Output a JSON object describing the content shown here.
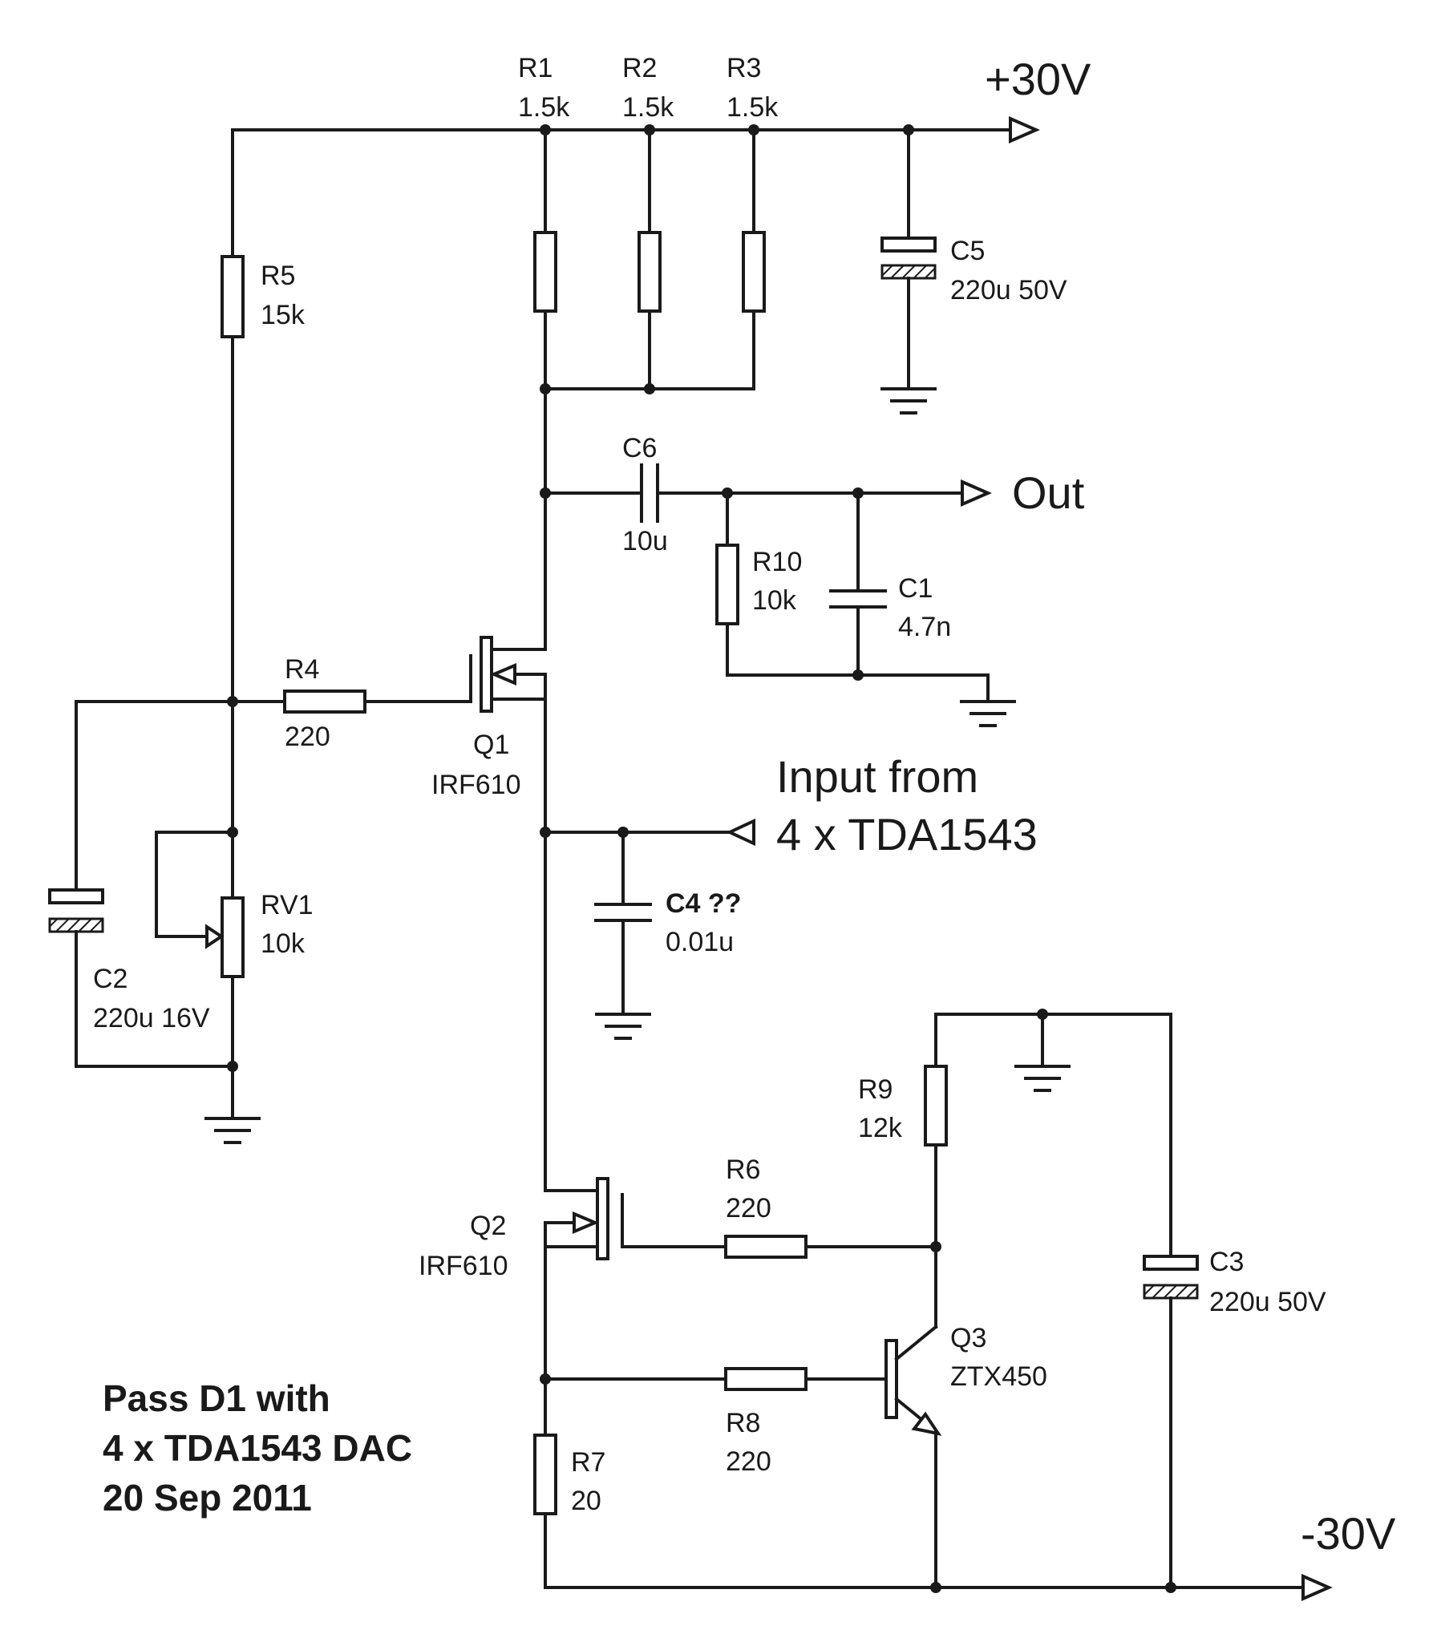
{
  "rails": {
    "positive": "+30V",
    "negative": "-30V"
  },
  "ports": {
    "output": "Out",
    "input_line1": "Input from",
    "input_line2": "4 x TDA1543"
  },
  "title": {
    "line1": "Pass D1 with",
    "line2": "4 x TDA1543 DAC",
    "line3": "20 Sep 2011"
  },
  "components": {
    "R1": {
      "ref": "R1",
      "value": "1.5k"
    },
    "R2": {
      "ref": "R2",
      "value": "1.5k"
    },
    "R3": {
      "ref": "R3",
      "value": "1.5k"
    },
    "R4": {
      "ref": "R4",
      "value": "220"
    },
    "R5": {
      "ref": "R5",
      "value": "15k"
    },
    "R6": {
      "ref": "R6",
      "value": "220"
    },
    "R7": {
      "ref": "R7",
      "value": "20"
    },
    "R8": {
      "ref": "R8",
      "value": "220"
    },
    "R9": {
      "ref": "R9",
      "value": "12k"
    },
    "R10": {
      "ref": "R10",
      "value": "10k"
    },
    "RV1": {
      "ref": "RV1",
      "value": "10k"
    },
    "C1": {
      "ref": "C1",
      "value": "4.7n"
    },
    "C2": {
      "ref": "C2",
      "value": "220u 16V"
    },
    "C3": {
      "ref": "C3",
      "value": "220u 50V"
    },
    "C4": {
      "ref": "C4 ??",
      "value": "0.01u"
    },
    "C5": {
      "ref": "C5",
      "value": "220u 50V"
    },
    "C6": {
      "ref": "C6",
      "value": "10u"
    },
    "Q1": {
      "ref": "Q1",
      "value": "IRF610"
    },
    "Q2": {
      "ref": "Q2",
      "value": "IRF610"
    },
    "Q3": {
      "ref": "Q3",
      "value": "ZTX450"
    }
  }
}
